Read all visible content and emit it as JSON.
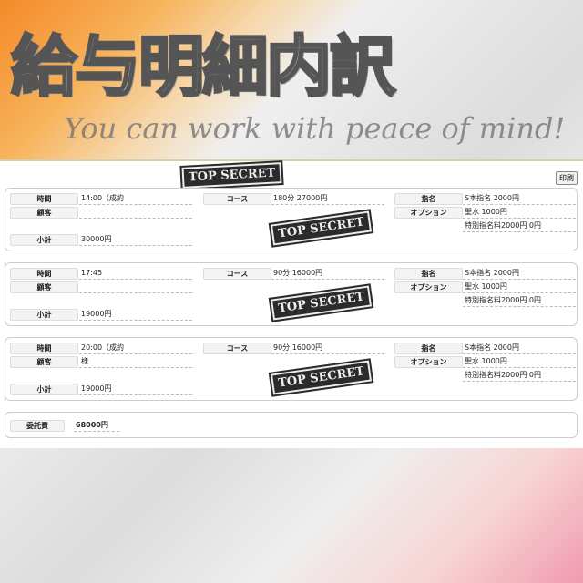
{
  "title": "給与明細内訳",
  "tagline": "You can work with peace of mind!",
  "stamp_text": "TOP SECRET",
  "print_label": "印刷",
  "labels": {
    "time": "時間",
    "customer": "顧客",
    "subtotal": "小計",
    "course": "コース",
    "nomination": "指名",
    "option": "オプション",
    "commission": "委託費"
  },
  "records": [
    {
      "time": "14:00（成約",
      "customer": "",
      "subtotal": "30000円",
      "course": "180分 27000円",
      "nomination": "S本指名 2000円",
      "option": "聖水 1000円",
      "special": "特別指名料2000円 0円"
    },
    {
      "time": "17:45",
      "customer": "",
      "subtotal": "19000円",
      "course": "90分 16000円",
      "nomination": "S本指名 2000円",
      "option": "聖水 1000円",
      "special": "特別指名料2000円 0円"
    },
    {
      "time": "20:00（成約",
      "customer": "様",
      "subtotal": "19000円",
      "course": "90分 16000円",
      "nomination": "S本指名 2000円",
      "option": "聖水 1000円",
      "special": "特別指名料2000円 0円"
    }
  ],
  "commission_total": "68000円"
}
